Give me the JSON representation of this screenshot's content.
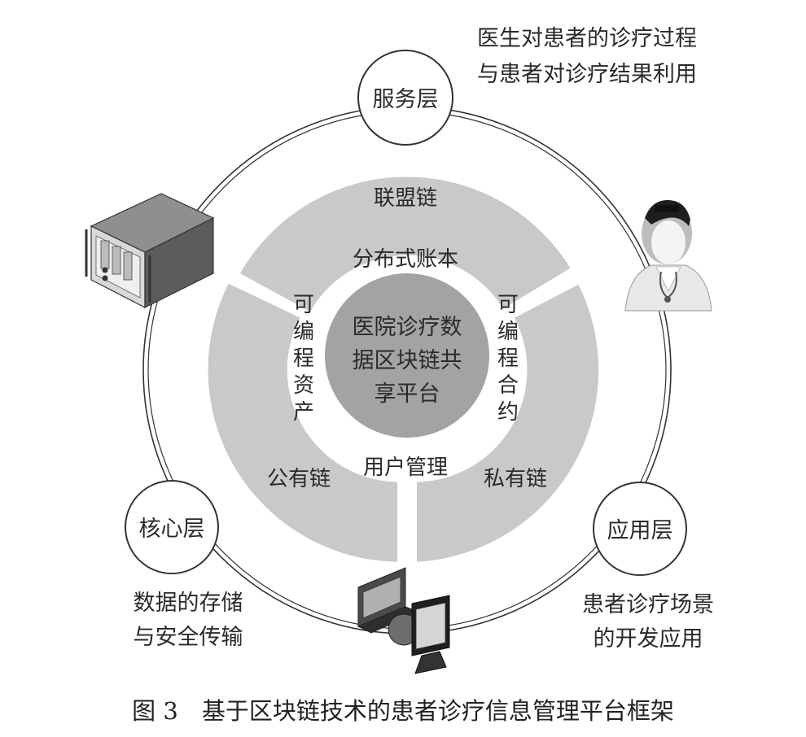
{
  "layers": {
    "service": {
      "label": "服务层",
      "desc_line1": "医生对患者的诊疗过程",
      "desc_line2": "与患者对诊疗结果利用"
    },
    "core": {
      "label": "核心层",
      "desc_line1": "数据的存储",
      "desc_line2": "与安全传输"
    },
    "application": {
      "label": "应用层",
      "desc_line1": "患者诊疗场景",
      "desc_line2": "的开发应用"
    }
  },
  "ring": {
    "top_label": "联盟链",
    "left_label": "公有链",
    "right_label": "私有链"
  },
  "inner": {
    "top": "分布式账本",
    "left_vertical": [
      "可",
      "编",
      "程",
      "资",
      "产"
    ],
    "right_vertical": [
      "可",
      "编",
      "程",
      "合",
      "约"
    ],
    "bottom": "用户管理"
  },
  "center": {
    "line1": "医院诊疗数",
    "line2": "据区块链共",
    "line3": "享平台"
  },
  "caption": "图 3　基于区块链技术的患者诊疗信息管理平台框架",
  "colors": {
    "ring_fill": "#c9c9c9",
    "center_fill": "#a3a3a3",
    "stroke": "#333333"
  }
}
